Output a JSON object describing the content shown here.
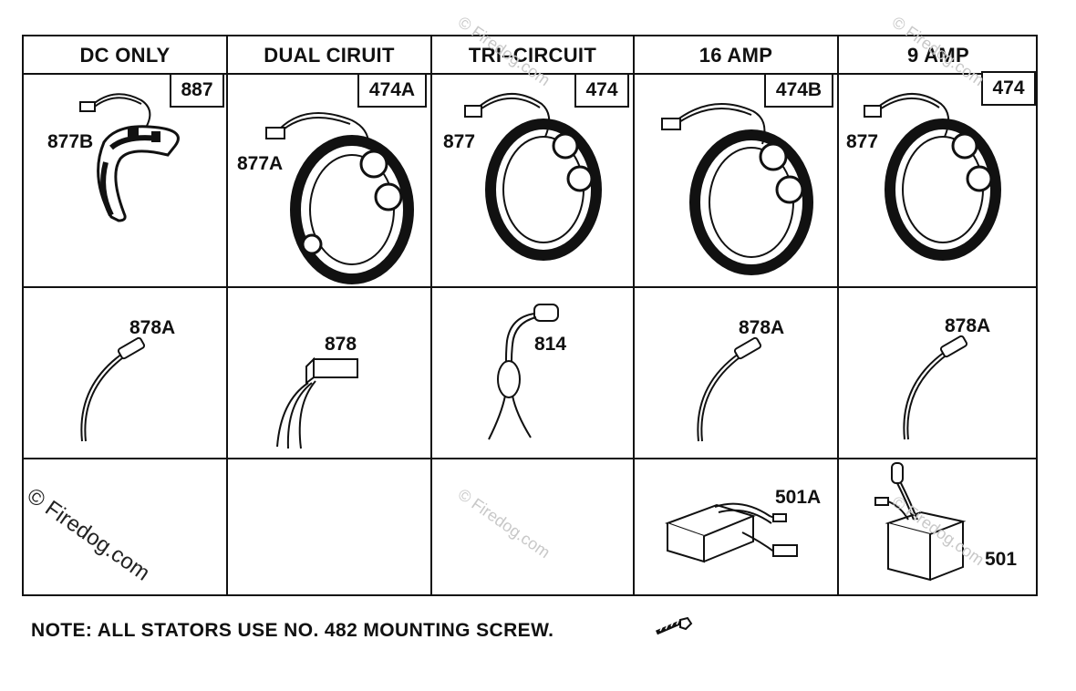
{
  "columns": [
    {
      "header": "DC ONLY",
      "stator_part": "887",
      "stator_label": "877B",
      "lead_label": "878A",
      "rectifier_label": ""
    },
    {
      "header": "DUAL CIRUIT",
      "stator_part": "474A",
      "stator_label": "877A",
      "lead_label": "878",
      "rectifier_label": ""
    },
    {
      "header": "TRI–CIRCUIT",
      "stator_part": "474",
      "stator_label": "877",
      "lead_label": "814",
      "rectifier_label": ""
    },
    {
      "header": "16 AMP",
      "stator_part": "474B",
      "stator_label": "",
      "lead_label": "878A",
      "rectifier_label": "501A"
    },
    {
      "header": "9 AMP",
      "stator_part": "474",
      "stator_label": "877",
      "lead_label": "878A",
      "rectifier_label": "501"
    }
  ],
  "watermark": "© Firedog.com",
  "note": "NOTE: ALL STATORS USE NO. 482 MOUNTING SCREW.",
  "colors": {
    "line": "#111111",
    "watermark": "#c8c8c8"
  },
  "icons": [
    "stator-ring-icon",
    "wire-lead-icon",
    "connector-lead-icon",
    "diode-lead-icon",
    "rectifier-regulator-icon",
    "mounting-screw-icon"
  ]
}
